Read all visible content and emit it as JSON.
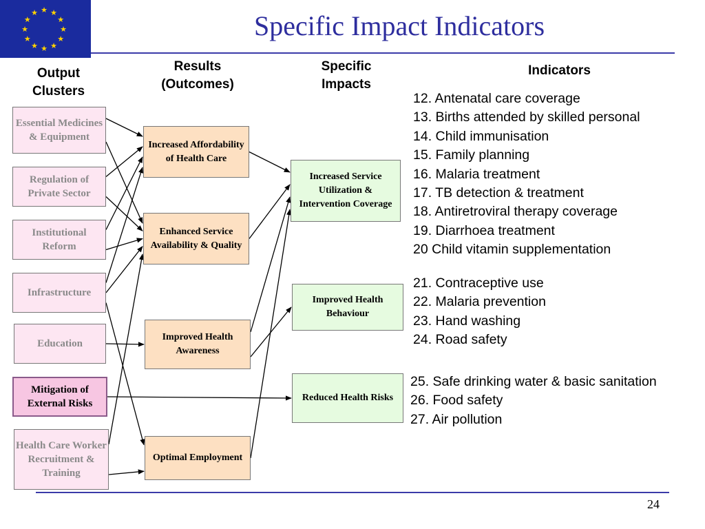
{
  "title": "Specific Impact Indicators",
  "headers": {
    "output_clusters": [
      "Output",
      "Clusters"
    ],
    "results": [
      "Results",
      "(Outcomes)"
    ],
    "impacts": [
      "Specific",
      "Impacts"
    ],
    "indicators": "Indicators"
  },
  "output_clusters": [
    {
      "id": "o1",
      "label": "Essential Medicines & Equipment",
      "highlight": false
    },
    {
      "id": "o2",
      "label": "Regulation of Private Sector",
      "highlight": false
    },
    {
      "id": "o3",
      "label": "Institutional Reform",
      "highlight": false
    },
    {
      "id": "o4",
      "label": "Infrastructure",
      "highlight": false
    },
    {
      "id": "o5",
      "label": "Education",
      "highlight": false
    },
    {
      "id": "o6",
      "label": "Mitigation of External Risks",
      "highlight": true
    },
    {
      "id": "o7",
      "label": "Health Care Worker Recruitment & Training",
      "highlight": false
    }
  ],
  "results": [
    {
      "id": "r1",
      "label": "Increased Affordability of Health Care"
    },
    {
      "id": "r2",
      "label": "Enhanced Service Availability & Quality"
    },
    {
      "id": "r3",
      "label": "Improved Health Awareness"
    },
    {
      "id": "r4",
      "label": "Optimal Employment"
    }
  ],
  "impacts": [
    {
      "id": "i1",
      "label": "Increased Service Utilization & Intervention Coverage"
    },
    {
      "id": "i2",
      "label": "Improved Health Behaviour"
    },
    {
      "id": "i3",
      "label": "Reduced Health Risks"
    }
  ],
  "indicator_groups": [
    [
      "12. Antenatal care coverage",
      "13. Births attended by skilled personal",
      "14. Child immunisation",
      "15. Family planning",
      "16. Malaria treatment",
      "17. TB detection & treatment",
      "18. Antiretroviral therapy coverage",
      "19. Diarrhoea treatment",
      "20 Child vitamin supplementation"
    ],
    [
      "21. Contraceptive use",
      "22. Malaria prevention",
      "23. Hand washing",
      "24. Road safety"
    ],
    [
      "25. Safe drinking water & basic sanitation",
      "26. Food safety",
      "27. Air pollution"
    ]
  ],
  "links": [
    [
      "o1",
      "r1"
    ],
    [
      "o1",
      "r2"
    ],
    [
      "o2",
      "r1"
    ],
    [
      "o2",
      "r2"
    ],
    [
      "o3",
      "r1"
    ],
    [
      "o3",
      "r2"
    ],
    [
      "o4",
      "r1"
    ],
    [
      "o4",
      "r2"
    ],
    [
      "o4",
      "r4"
    ],
    [
      "o5",
      "r3"
    ],
    [
      "o6",
      "i3"
    ],
    [
      "o7",
      "r2"
    ],
    [
      "o7",
      "r4"
    ],
    [
      "r1",
      "i1"
    ],
    [
      "r2",
      "i1"
    ],
    [
      "r3",
      "i1"
    ],
    [
      "r3",
      "i2"
    ],
    [
      "r4",
      "i1"
    ]
  ],
  "page_number": "24",
  "colors": {
    "title": "#2e2e9e",
    "rule": "#3a3aa8",
    "output_fill": "#fde6f2",
    "output_highlight_fill": "#f7c6e2",
    "result_fill": "#fde0c2",
    "impact_fill": "#e6fbe0",
    "flag_blue": "#1a2b9e",
    "flag_star": "#ffd200"
  }
}
